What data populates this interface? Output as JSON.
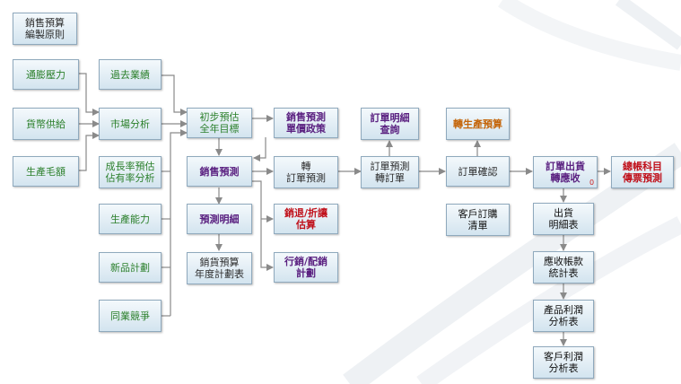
{
  "nodes": {
    "principle": "銷售預算\n編製原則",
    "inflation": "通膨壓力",
    "money_supply": "貨幣供給",
    "gross_margin": "生產毛額",
    "past_performance": "過去業績",
    "market_analysis": "市場分析",
    "growth_share": "成長率預估\n佔有率分析",
    "capacity": "生產能力",
    "new_product": "新品計劃",
    "competition": "同業競爭",
    "initial_estimate": "初步預估\n全年目標",
    "pricing_policy": "銷售預測\n單價政策",
    "sales_forecast": "銷售預測",
    "to_order_forecast": "轉\n訂單預測",
    "forecast_detail": "預測明細",
    "annual_plan": "銷貨預算\n年度計劃表",
    "returns_discount": "銷退/折讓\n估算",
    "promotion": "行銷/配銷\n計劃",
    "order_detail_query": "訂單明細\n查詢",
    "order_forecast_to_order": "訂單預測\n轉訂單",
    "to_production_budget": "轉生產預算",
    "order_confirm": "訂單確認",
    "customer_order": "客戶訂購\n清單",
    "order_shipment": "訂單出貨\n轉應收",
    "gl_forecast": "總帳科目\n傳票預測",
    "shipment_detail": "出貨\n明細表",
    "receivable_stats": "應收帳款\n統計表",
    "product_profit": "產品利潤\n分析表",
    "customer_profit": "客戶利潤\n分析表"
  },
  "badge_zero": "0"
}
